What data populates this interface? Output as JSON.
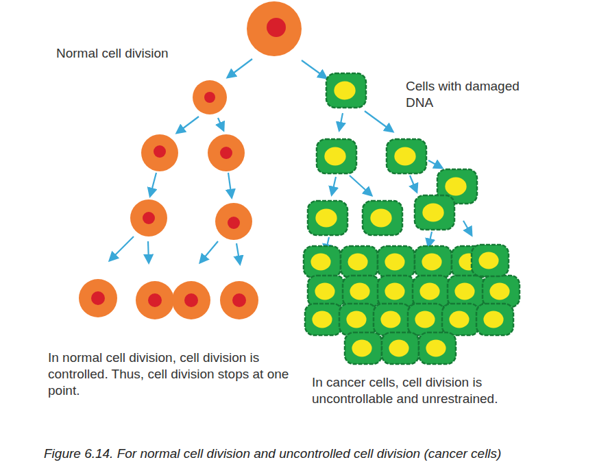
{
  "diagram": {
    "caption": "Figure 6.14. For normal cell division and uncontrolled cell division (cancer cells)",
    "labels": [
      "Normal cell division",
      "Cells with damaged DNA",
      "In normal cell division, cell division is controlled. Thus, cell division stops at one point.",
      "In cancer cells, cell division is uncontrollable and unrestrained."
    ]
  }
}
